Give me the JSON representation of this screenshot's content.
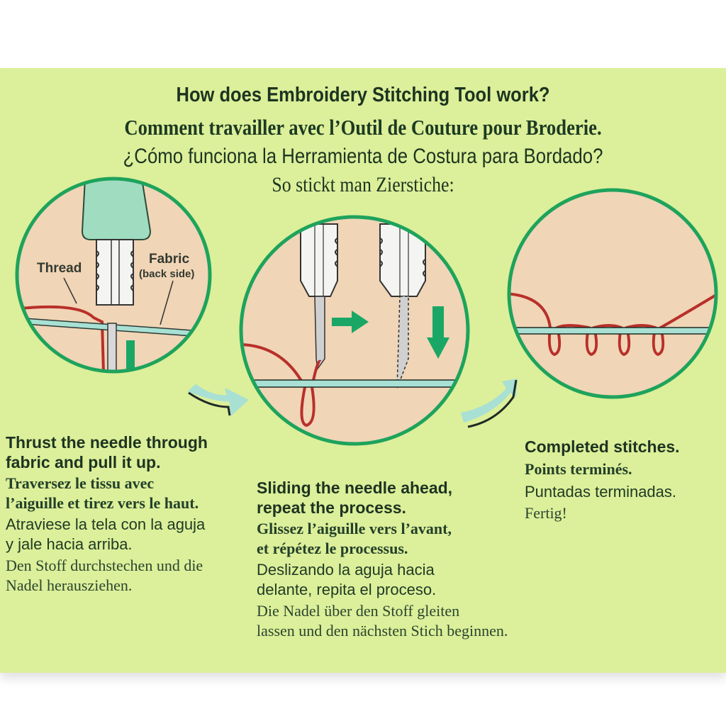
{
  "header": {
    "title_en": "How does Embroidery Stitching Tool work?",
    "title_fr": "Comment travailler avec l’Outil de Couture pour Broderie.",
    "title_es": "¿Cómo funciona la Herramienta de Costura para Bordado?",
    "title_de": "So stickt man Zierstiche:"
  },
  "diagram_labels": {
    "thread": "Thread",
    "fabric": "Fabric",
    "fabric_sub": "(back side)"
  },
  "colors": {
    "background": "#dcef9a",
    "circle_border": "#1ea35c",
    "circle_fill": "#f0d5b6",
    "thread": "#b8302a",
    "fabric": "#a9e0d4",
    "arrow": "#1aa766",
    "tool_handle": "#9fdcc0"
  },
  "steps": [
    {
      "en": [
        "Thrust the needle through",
        "fabric and pull it up."
      ],
      "fr": [
        "Traversez le tissu avec",
        "l’aiguille et tirez vers le haut."
      ],
      "es": [
        "Atraviese la tela con la aguja",
        "y jale hacia arriba."
      ],
      "de": [
        "Den Stoff durchstechen und die",
        "Nadel herausziehen."
      ]
    },
    {
      "en": [
        "Sliding the needle ahead,",
        "repeat the process."
      ],
      "fr": [
        "Glissez l’aiguille vers l’avant,",
        "et répétez le processus."
      ],
      "es": [
        "Deslizando la aguja hacia",
        "delante, repita el proceso."
      ],
      "de": [
        "Die Nadel über den Stoff gleiten",
        "lassen und den nächsten Stich beginnen."
      ]
    },
    {
      "en": [
        "Completed stitches."
      ],
      "fr": [
        "Points terminés."
      ],
      "es": [
        "Puntadas terminadas."
      ],
      "de": [
        "Fertig!"
      ]
    }
  ]
}
